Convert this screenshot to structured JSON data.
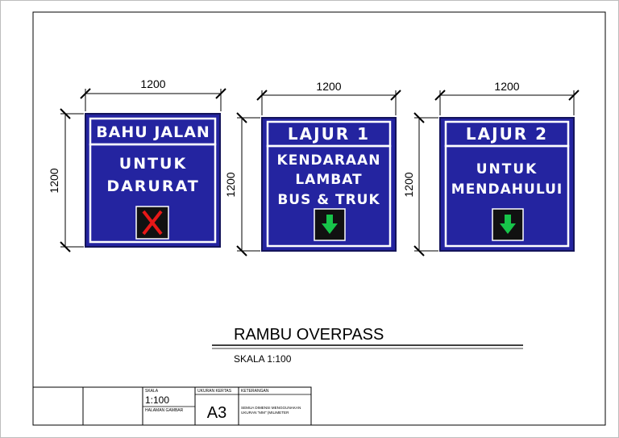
{
  "dimension_label": "1200",
  "signs": [
    {
      "header": "BAHU JALAN",
      "lines": [
        "UNTUK",
        "DARURAT"
      ],
      "symbol": "x-mark"
    },
    {
      "header": "LAJUR 1",
      "lines": [
        "KENDARAAN",
        "LAMBAT",
        "BUS & TRUK"
      ],
      "symbol": "arrow-down"
    },
    {
      "header": "LAJUR 2",
      "lines": [
        "UNTUK",
        "MENDAHULUI"
      ],
      "symbol": "arrow-down"
    }
  ],
  "title": "RAMBU OVERPASS",
  "scale_note": "SKALA 1:100",
  "title_block": {
    "skala_label": "SKALA",
    "skala_value": "1:100",
    "halaman_label": "HALAMAN GAMBAR",
    "ukuran_label": "UKURAN KERTAS",
    "ukuran_value": "A3",
    "keterangan_label": "KETERANGAN",
    "keterangan_line1": "SEMUA DIMENSI MENGGUNAKAN",
    "keterangan_line2": "UKURAN \"MM\" (MILIMETER"
  },
  "colors": {
    "sign_blue": "#2424a0",
    "sign_outline": "#14145a",
    "x_red": "#e81818",
    "arrow_green": "#17c44a",
    "symbol_bg": "#111111"
  }
}
